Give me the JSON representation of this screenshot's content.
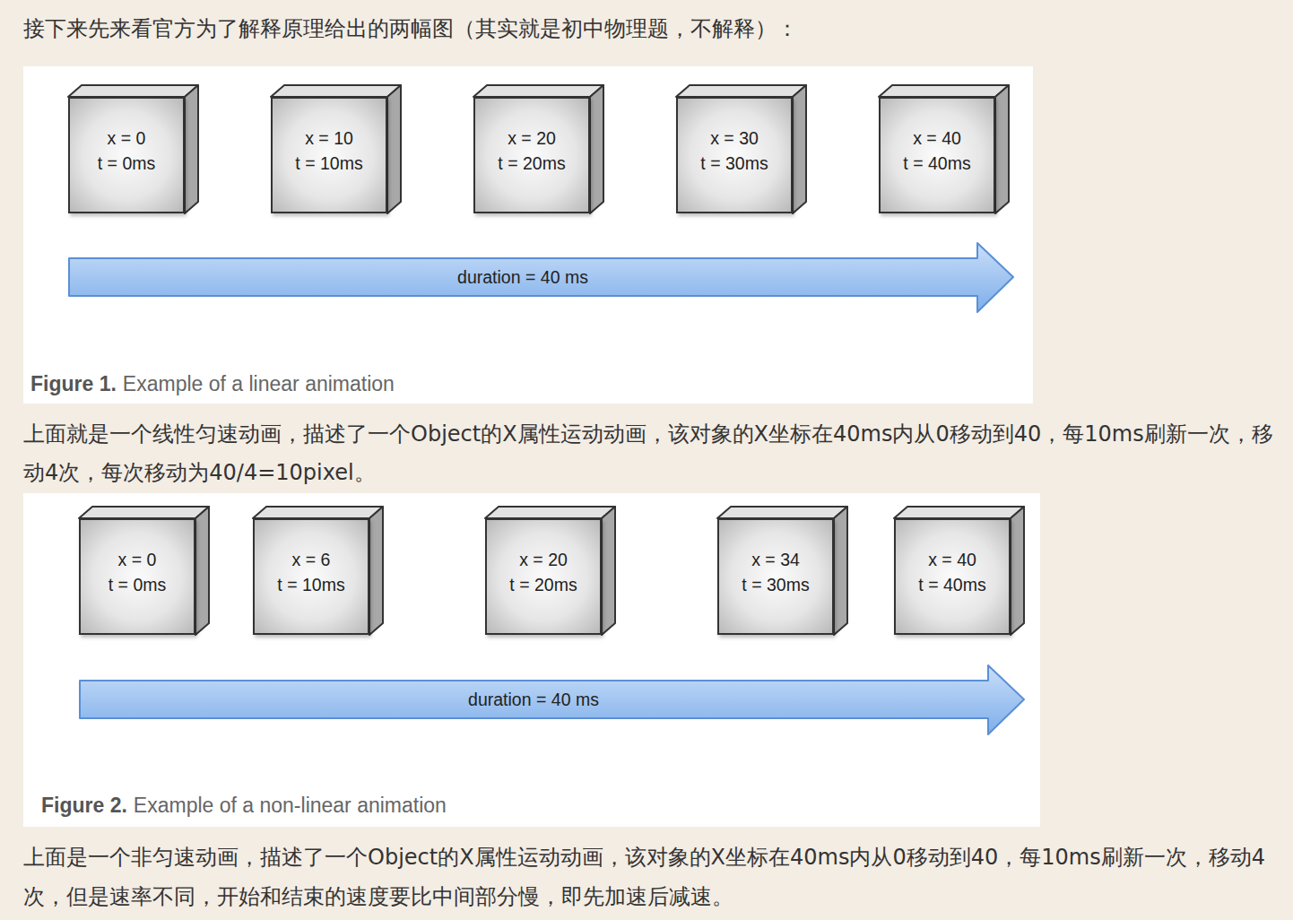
{
  "diagram": {
    "nodes": [
      {
        "text": [
          "x = 0",
          "t = 0ms"
        ]
      },
      {
        "text": [
          "x = 10",
          "t = 10ms"
        ]
      },
      {
        "text": [
          "x = 20",
          "t = 20ms"
        ]
      },
      {
        "text": [
          "x = 30",
          "t = 30ms"
        ]
      },
      {
        "text": [
          "x = 40",
          "t = 40ms"
        ]
      },
      {
        "text": [
          "duration = 40 ms"
        ]
      },
      {
        "text": [
          "x = 0",
          "t = 0ms"
        ]
      },
      {
        "text": [
          "x = 6",
          "t = 10ms"
        ]
      },
      {
        "text": [
          "x = 20",
          "t = 20ms"
        ]
      },
      {
        "text": [
          "x = 34",
          "t = 30ms"
        ]
      },
      {
        "text": [
          "x = 40",
          "t = 40ms"
        ]
      },
      {
        "text": [
          "duration = 40 ms"
        ]
      }
    ],
    "labels": [
      "接下来先来看官方为了解释原理给出的两幅图（其实就是初中物理题，不解释）：",
      "Figure 1.",
      "Example of a linear animation",
      "上面就是一个线性匀速动画，描述了一个Object的X属性运动动画，该对象的X坐标在40ms内从0移动到40，每10ms刷新一次，移动4次，每次移动为40/4=10pixel。",
      "Figure 2.",
      "Example of a non-linear animation",
      "上面是一个非匀速动画，描述了一个Object的X属性运动动画，该对象的X坐标在40ms内从0移动到40，每10ms刷新一次，移动4次，但是速率不同，开始和结束的速度要比中间部分慢，即先加速后减速。"
    ]
  }
}
